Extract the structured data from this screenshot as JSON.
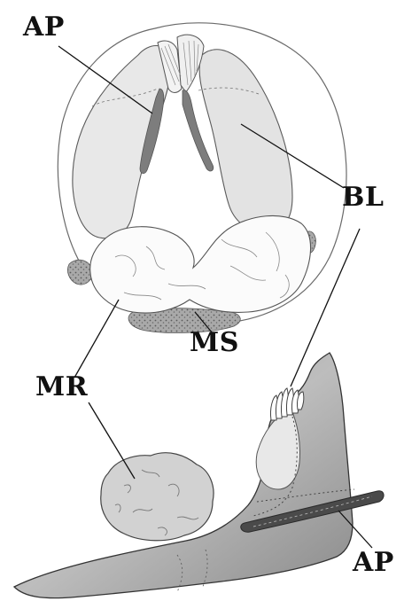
{
  "figure": {
    "labels": {
      "ap_top": "AP",
      "bl": "BL",
      "ms": "MS",
      "mr": "MR",
      "ap_bottom": "AP"
    },
    "colors": {
      "outline": "#555555",
      "lobe_fill": "#e6e6e6",
      "apodeme_fill": "#7a7a7a",
      "membrane_fill": "#f4f4f4",
      "sac_fill": "#9c9c9c",
      "lateral_fill": "#8f8f8f",
      "leader_line": "#111111"
    }
  }
}
